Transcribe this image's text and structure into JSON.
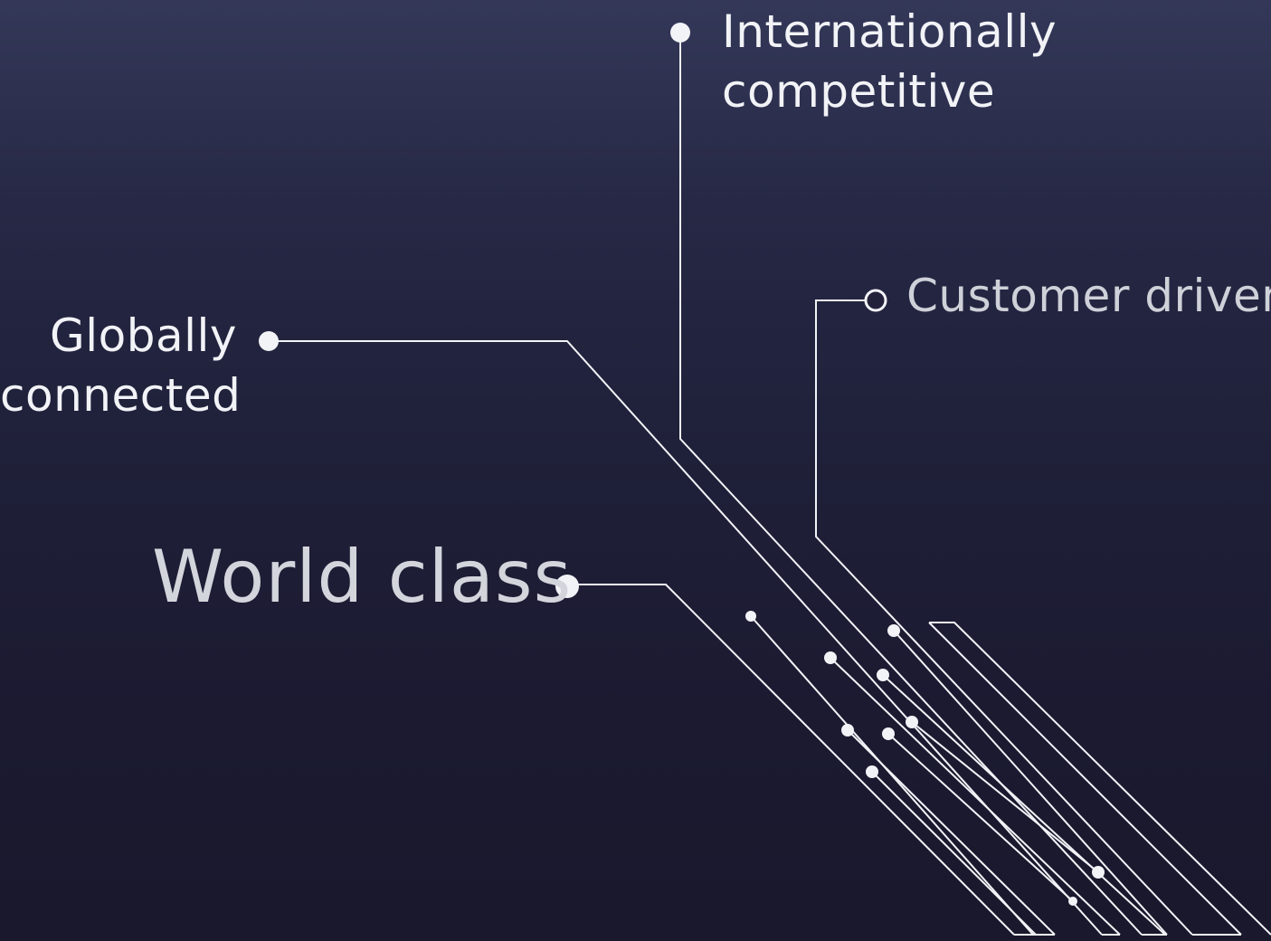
{
  "labels": {
    "internationally_competitive": [
      "Internationally",
      "competitive"
    ],
    "customer_driven": "Customer driven",
    "globally_connected": [
      "Globally",
      "connected"
    ],
    "world_class": "World class"
  },
  "colors": {
    "background_top": "#343858",
    "background_bottom": "#19182c",
    "line": "#f2f3f7",
    "text_bright": "#f2f3f7",
    "text_muted": "#cfd1d9"
  },
  "node_styles": {
    "internationally_competitive": "filled",
    "customer_driven": "hollow",
    "globally_connected": "filled",
    "world_class": "filled"
  }
}
